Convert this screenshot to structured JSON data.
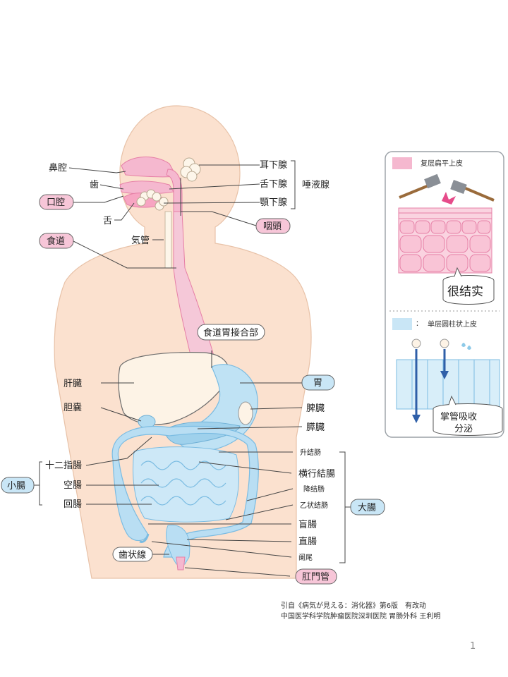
{
  "labels": {
    "bikuu": "鼻腔",
    "ha": "歯",
    "koukuu": "口腔",
    "shita": "舌",
    "shokudou": "食道",
    "kikan": "気管",
    "jikasen": "耳下腺",
    "zekkasen": "舌下腺",
    "gakkasen": "顎下腺",
    "daekisen": "唾液腺",
    "intou": "咽頭",
    "shokudou_isetsugoubu": "食道胃接合部",
    "kanzou": "肝臓",
    "tannou": "胆嚢",
    "i": "胃",
    "hizou": "脾臓",
    "suizou": "膵臓",
    "juunishichou": "十二指腸",
    "shouchou": "小腸",
    "kuuchou": "空腸",
    "kaichou": "回腸",
    "shoukouketchou": "升结肠",
    "oukouketchou": "横行結腸",
    "kakouketchou": "降结肠",
    "sjouketchou": "乙状结肠",
    "mouchou": "盲腸",
    "chokuchou": "直腸",
    "chuusui": "阑尾",
    "daichou": "大腸",
    "shijousen": "歯状線",
    "koumonkan": "肛門管"
  },
  "legend": {
    "squamous_label": "复层扁平上皮",
    "squamous_caption": "很结实",
    "columnar_colon": "：",
    "columnar_label": "单层圆柱状上皮",
    "columnar_caption_1": "掌管吸收",
    "columnar_caption_2": "分泌"
  },
  "citation": {
    "line1": "引自《病気が見える：消化器》第6版　有改动",
    "line2": "中国医学科学院肿瘤医院深圳医院  胃肠外科  王利明"
  },
  "page_number": "1",
  "colors": {
    "skin": "#fbe1cf",
    "skin_outline": "#e8c2a8",
    "pink": "#f5b8cf",
    "pink_dark": "#e67fa6",
    "blue": "#aad8f0",
    "blue_dark": "#7bbce2",
    "liver": "#fdf3e6",
    "pink_tag": "#f7c6d8",
    "blue_tag": "#c9e6f6"
  }
}
